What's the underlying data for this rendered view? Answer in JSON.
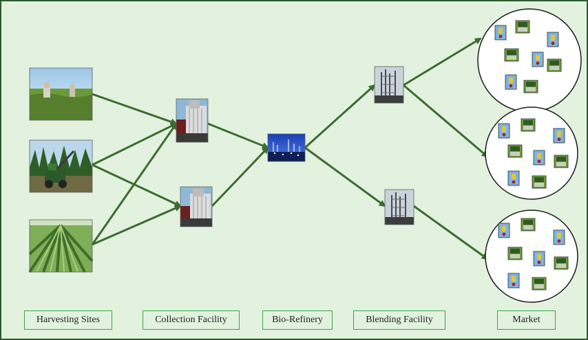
{
  "stages": [
    {
      "id": "harvesting",
      "label": "Harvesting Sites"
    },
    {
      "id": "collection",
      "label": "Collection Facility"
    },
    {
      "id": "refinery",
      "label": "Bio-Refinery"
    },
    {
      "id": "blending",
      "label": "Blending Facility"
    },
    {
      "id": "market",
      "label": "Market"
    }
  ],
  "nodes": [
    {
      "id": "harvest-field",
      "stage": "harvesting",
      "picture": "field-with-people"
    },
    {
      "id": "harvest-forest",
      "stage": "harvesting",
      "picture": "forest-harvester"
    },
    {
      "id": "harvest-crop",
      "stage": "harvesting",
      "picture": "corn-rows"
    },
    {
      "id": "collection-1",
      "stage": "collection",
      "picture": "grain-elevator"
    },
    {
      "id": "collection-2",
      "stage": "collection",
      "picture": "grain-elevator"
    },
    {
      "id": "biorefinery",
      "stage": "refinery",
      "picture": "refinery-night"
    },
    {
      "id": "blending-1",
      "stage": "blending",
      "picture": "industrial-plant"
    },
    {
      "id": "blending-2",
      "stage": "blending",
      "picture": "industrial-plant"
    },
    {
      "id": "market-1",
      "stage": "market",
      "picture": "market-circle"
    },
    {
      "id": "market-2",
      "stage": "market",
      "picture": "market-circle"
    },
    {
      "id": "market-3",
      "stage": "market",
      "picture": "market-circle"
    }
  ],
  "edges": [
    {
      "from": "harvest-field",
      "to": "collection-1"
    },
    {
      "from": "harvest-forest",
      "to": "collection-1"
    },
    {
      "from": "harvest-forest",
      "to": "collection-2"
    },
    {
      "from": "harvest-crop",
      "to": "collection-1"
    },
    {
      "from": "harvest-crop",
      "to": "collection-2"
    },
    {
      "from": "collection-1",
      "to": "biorefinery"
    },
    {
      "from": "collection-2",
      "to": "biorefinery"
    },
    {
      "from": "biorefinery",
      "to": "blending-1"
    },
    {
      "from": "biorefinery",
      "to": "blending-2"
    },
    {
      "from": "blending-1",
      "to": "market-1"
    },
    {
      "from": "blending-1",
      "to": "market-2"
    },
    {
      "from": "blending-2",
      "to": "market-3"
    }
  ],
  "colors": {
    "background": "#e2f2df",
    "border": "#2e5a2e",
    "arrow": "#3d6b2f",
    "label_border": "#3aa542"
  }
}
